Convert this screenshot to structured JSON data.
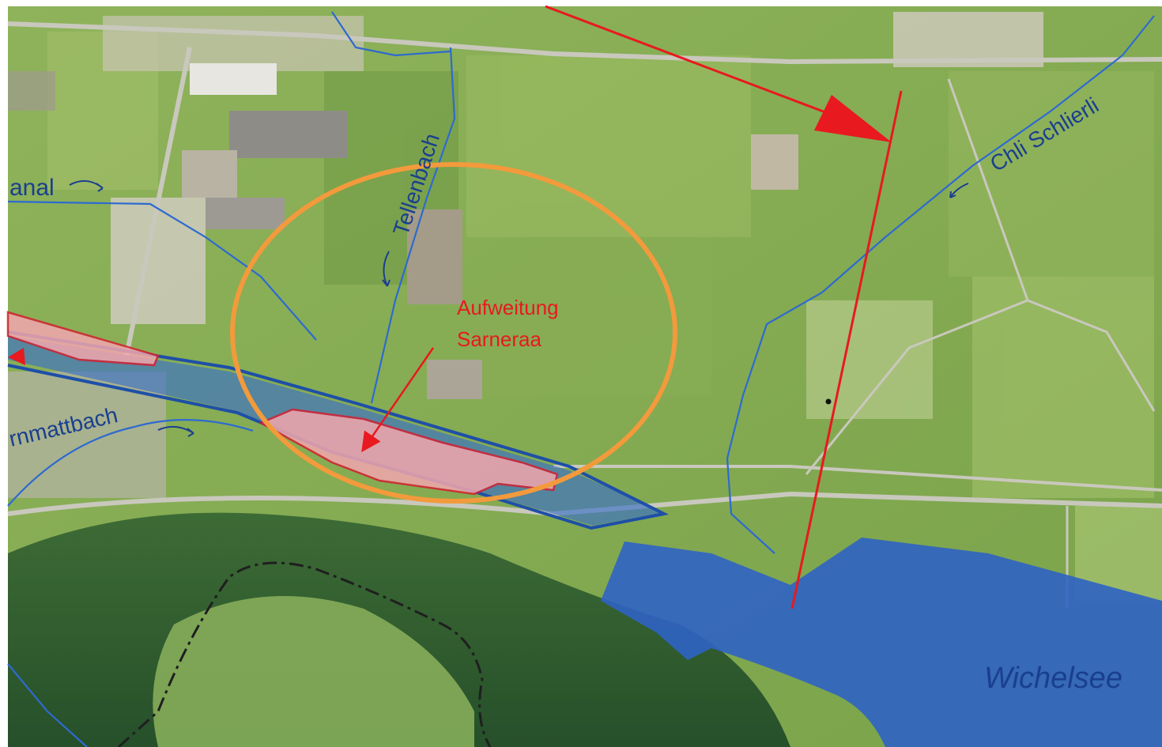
{
  "labels": {
    "kanal": "anal",
    "tellenbach": "Tellenbach",
    "chli_schlierli": "Chli Schlierli",
    "rnmattbach": "rnmattbach",
    "aufweitung_line1": "Aufweitung",
    "aufweitung_line2": "Sarneraa",
    "wichelsee": "Wichelsee"
  },
  "colors": {
    "water_label": "#1a3f8f",
    "project_label": "#e8191f",
    "focus_ellipse": "#f39a3c",
    "water_fill": "#2f63c4",
    "project_fill": "#f2a6ad",
    "project_outline": "#d42030",
    "field_green": "#7fa84e",
    "forest_green": "#2f5a2e"
  },
  "icons": [
    "flow-arrow-icon",
    "direction-arrow-icon"
  ]
}
